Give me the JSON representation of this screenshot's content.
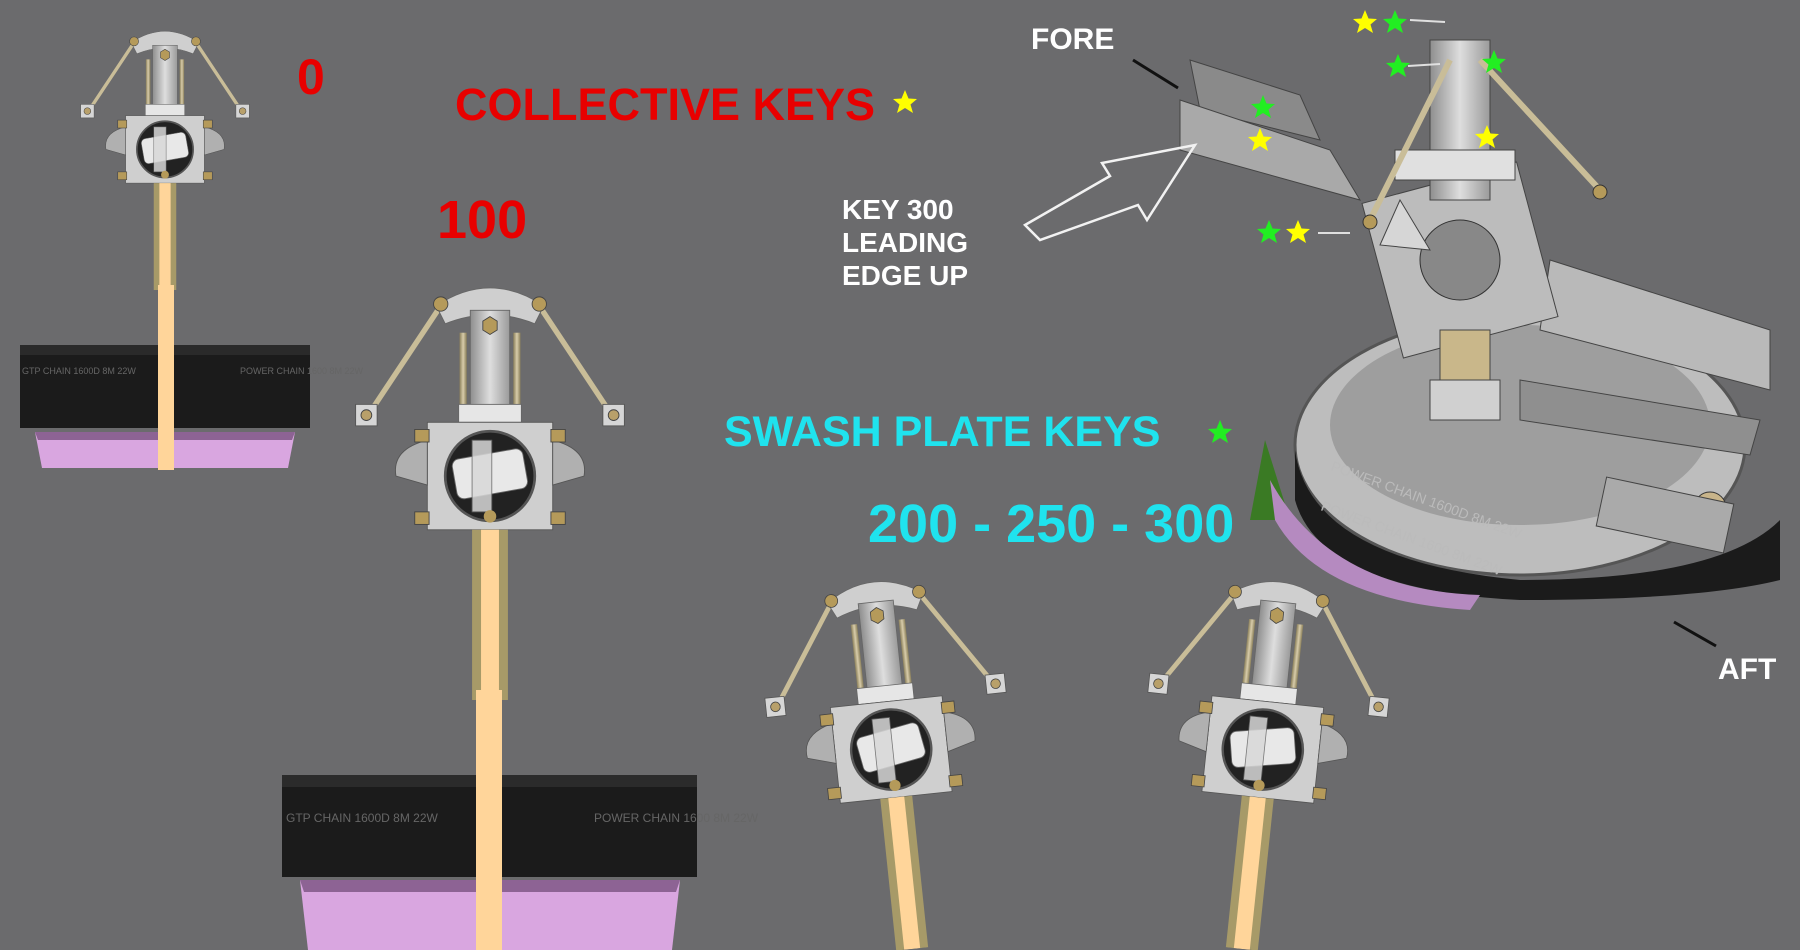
{
  "labels": {
    "collective_title": "COLLECTIVE KEYS",
    "collective_key_0": "0",
    "collective_key_100": "100",
    "swash_title": "SWASH PLATE KEYS",
    "swash_keys": "200 - 250 - 300",
    "fore": "FORE",
    "aft": "AFT",
    "key300_line1": "KEY 300",
    "key300_line2": "LEADING",
    "key300_line3": "EDGE UP"
  },
  "belt_text": {
    "front_left": "GTP CHAIN 1600D 8M 22W",
    "front_right": "POWER CHAIN 1600 8M 22W",
    "iso_line1": "POWER CHAIN 1600D 8M 22W",
    "iso_line2": "POWER CHAIN 1600 8M 22W"
  },
  "colors": {
    "background": "#6b6b6d",
    "collective": "#e80000",
    "swash": "#1fe3ee",
    "star_collective": "#ffff00",
    "star_swash": "#22ee22",
    "metal": "#c4c4c4",
    "belt": "#1b1b1b",
    "base": "#d9a6e0",
    "shaft": "#ffd59a"
  },
  "icons": [
    "yellow-star-icon",
    "green-star-icon",
    "arrow-icon"
  ]
}
